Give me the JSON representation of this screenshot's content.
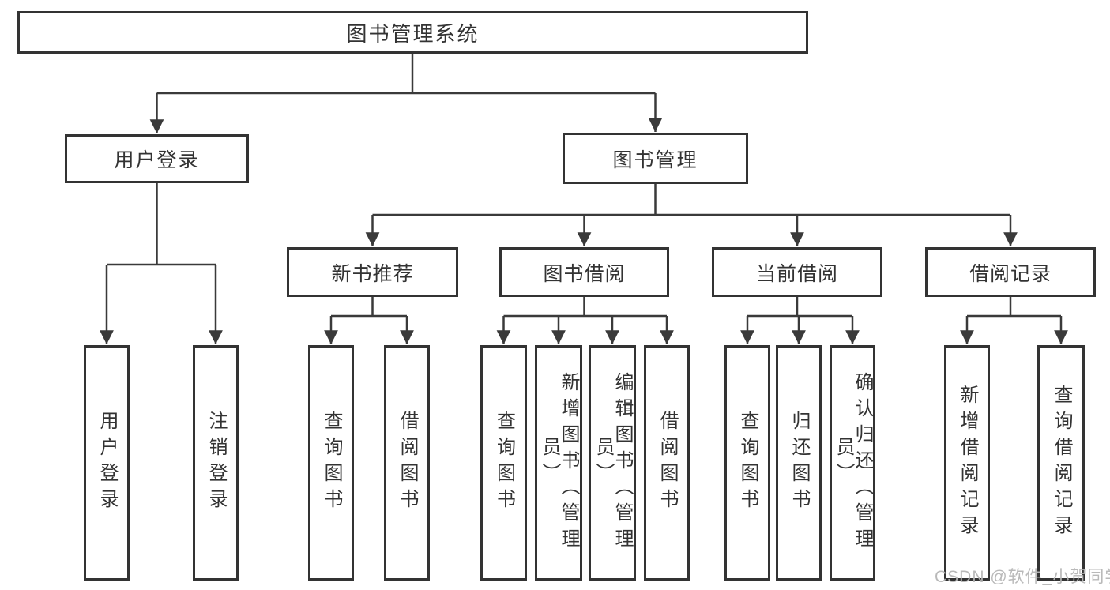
{
  "diagram_title": "图书管理系统",
  "tree": {
    "root": {
      "label": "图书管理系统"
    },
    "branches": [
      {
        "label": "用户登录",
        "children": [
          {
            "label": "用户登录"
          },
          {
            "label": "注销登录"
          }
        ]
      },
      {
        "label": "图书管理",
        "children": [
          {
            "label": "新书推荐",
            "children": [
              {
                "label": "查询图书"
              },
              {
                "label": "借阅图书"
              }
            ]
          },
          {
            "label": "图书借阅",
            "children": [
              {
                "label": "查询图书"
              },
              {
                "label": "新增图书（管理员）"
              },
              {
                "label": "编辑图书（管理员）"
              },
              {
                "label": "借阅图书"
              }
            ]
          },
          {
            "label": "当前借阅",
            "children": [
              {
                "label": "查询图书"
              },
              {
                "label": "归还图书"
              },
              {
                "label": "确认归还（管理员）"
              }
            ]
          },
          {
            "label": "借阅记录",
            "children": [
              {
                "label": "新增借阅记录"
              },
              {
                "label": "查询借阅记录"
              }
            ]
          }
        ]
      }
    ]
  },
  "watermark": {
    "text": "CSDN @软件_小贺同学"
  },
  "colors": {
    "line": "#3a3a3a",
    "box_border": "#333333",
    "box_fill": "#ffffff",
    "text": "#333333",
    "background": "#ffffff",
    "watermark": "#b6b6b6"
  }
}
